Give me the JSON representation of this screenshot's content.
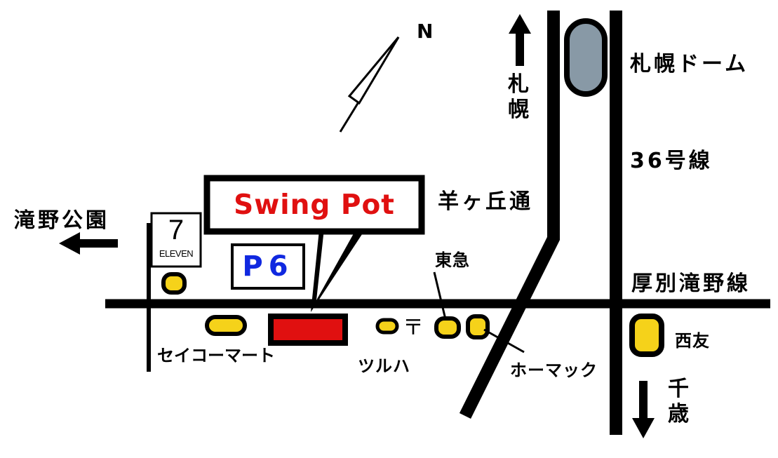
{
  "map": {
    "compass_label": "N",
    "directions": {
      "sapporo": "札幌",
      "chitose": "千歳",
      "takino_park": "滝野公園"
    },
    "roads": {
      "route_36": "36号線",
      "hitsujigaoka_dori": "羊ヶ丘通",
      "atsubetsu_takino_line": "厚別滝野線"
    },
    "landmarks": {
      "sapporo_dome": "札幌ドーム",
      "tokyu": "東急",
      "seiyu": "西友",
      "homac": "ホーマック",
      "tsuruha": "ツルハ",
      "seicomart": "セイコーマート",
      "seven_eleven_number": "7",
      "seven_eleven_text": "ELEVEN",
      "post_office_symbol": "〒"
    },
    "destination": {
      "name": "Swing Pot",
      "parking": "P6"
    },
    "colors": {
      "destination_red": "#e01010",
      "parking_blue": "#1028e0",
      "marker_yellow": "#f5d21a",
      "dome_gray": "#8899a6"
    }
  }
}
